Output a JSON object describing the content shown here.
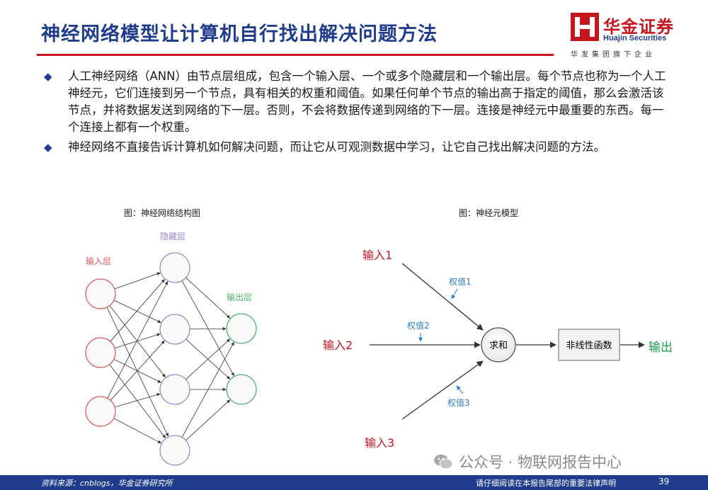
{
  "header": {
    "title": "神经网络模型让计算机自行找出解决问题方法"
  },
  "brand": {
    "name_cn": "华金证券",
    "name_en": "Huajin Securities",
    "tagline": "华发集团旗下企业",
    "colors": {
      "red": "#c4161c",
      "blue": "#1f3d8c"
    }
  },
  "bullets": [
    "人工神经网络（ANN）由节点层组成，包含一个输入层、一个或多个隐藏层和一个输出层。每个节点也称为一个人工神经元，它们连接到另一个节点，具有相关的权重和阈值。如果任何单个节点的输出高于指定的阈值，那么会激活该节点，并将数据发送到网络的下一层。否则，不会将数据传递到网络的下一层。连接是神经元中最重要的东西。每一个连接上都有一个权重。",
    "神经网络不直接告诉计算机如何解决问题，而让它从可观测数据中学习，让它自己找出解决问题的方法。"
  ],
  "figures": {
    "network": {
      "caption": "图：神经网络结构图",
      "input_label": "输入层",
      "hidden_label": "隐藏层",
      "output_label": "输出层",
      "layers": {
        "input": 3,
        "hidden": 4,
        "output": 2
      },
      "colors": {
        "input": "#e05a5a",
        "hidden": "#9b86c4",
        "output": "#4caf6a"
      }
    },
    "neuron": {
      "caption": "图：神经元模型",
      "inputs": [
        "输入1",
        "输入2",
        "输入3"
      ],
      "weights": [
        "权值1",
        "权值2",
        "权值3"
      ],
      "sum_label": "求和",
      "activation_label": "非线性函数",
      "output_label": "输出",
      "colors": {
        "input": "#c4161c",
        "weight": "#2a7fc4",
        "output": "#1e9e4a"
      }
    }
  },
  "watermark": {
    "text": "公众号 · 物联网报告中心",
    "icon": "wechat-icon"
  },
  "footer": {
    "source": "资料来源：cnblogs，华金证券研究所",
    "legal": "请仔细阅读在本报告尾部的重要法律声明",
    "page": "39"
  }
}
